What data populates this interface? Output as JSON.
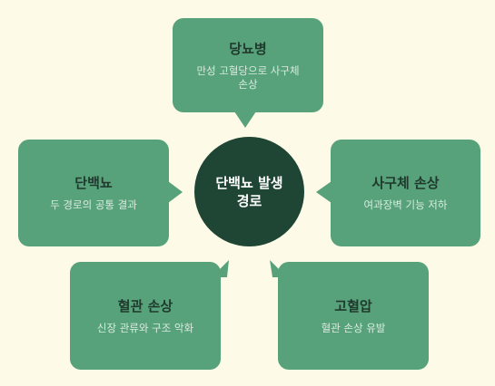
{
  "diagram": {
    "center": {
      "label": "단백뇨 발생\n경로"
    },
    "nodes": [
      {
        "id": "diabetes",
        "title": "당뇨병",
        "desc": "만성 고혈당으로 사구체\n손상"
      },
      {
        "id": "proteinuria",
        "title": "단백뇨",
        "desc": "두 경로의 공통 결과"
      },
      {
        "id": "glomerular",
        "title": "사구체 손상",
        "desc": "여과장벽 기능 저하"
      },
      {
        "id": "vascular",
        "title": "혈관 손상",
        "desc": "신장 관류와 구조 악화"
      },
      {
        "id": "hypertension",
        "title": "고혈압",
        "desc": "혈관 손상 유발"
      }
    ],
    "colors": {
      "background": "#fdfbe8",
      "bubble": "#58a27b",
      "center": "#1f4634",
      "title_text": "#1f3a2d",
      "desc_text": "#d9eadf"
    }
  }
}
